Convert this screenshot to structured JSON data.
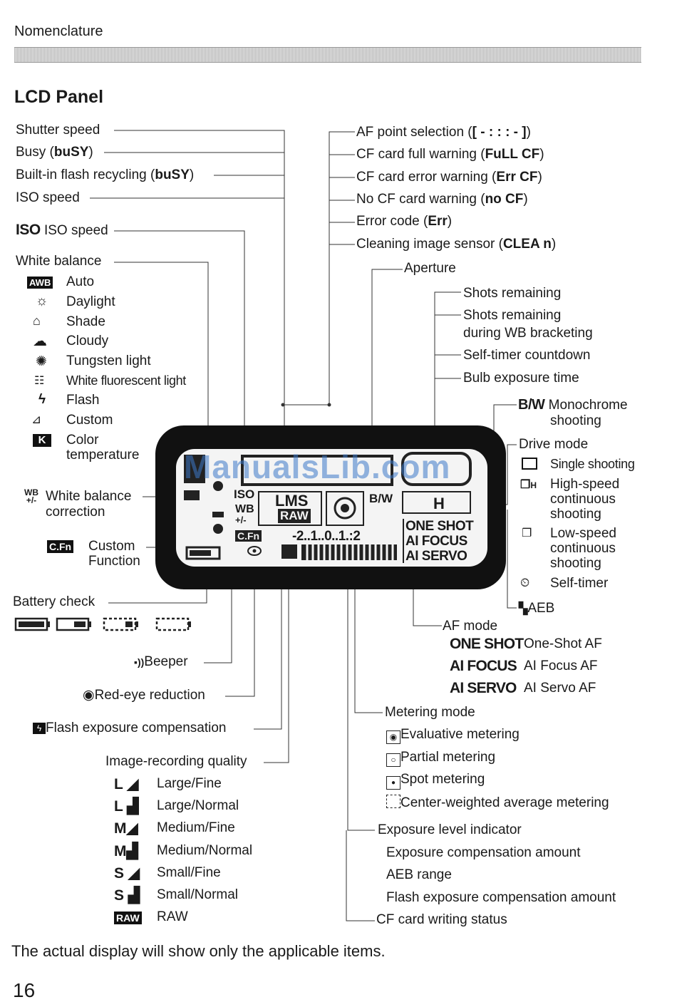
{
  "header": "Nomenclature",
  "title": "LCD Panel",
  "left_labels": {
    "shutter_speed": "Shutter speed",
    "busy_prefix": "Busy (",
    "busy_code": "buSY",
    "busy_suffix": ")",
    "flash_prefix": "Built-in flash recycling (",
    "flash_code": "buSY",
    "flash_suffix": ")",
    "iso_speed": "ISO speed",
    "iso_symbol": "ISO",
    "iso_speed2": "ISO speed"
  },
  "white_balance": {
    "title": "White balance",
    "items": [
      "Auto",
      "Daylight",
      "Shade",
      "Cloudy",
      "Tungsten light",
      "White fluorescent light",
      "Flash",
      "Custom"
    ],
    "color_line1": "Color",
    "color_line2": "temperature",
    "awb_symbol": "AWB"
  },
  "wb_correction": {
    "line1": "White balance",
    "line2": "correction",
    "symbol_top": "WB",
    "symbol_bottom": "+/-"
  },
  "custom_function": {
    "line1": "Custom",
    "line2": "Function",
    "symbol": "C.Fn"
  },
  "battery_check": "Battery check",
  "beeper": "Beeper",
  "red_eye": "Red-eye reduction",
  "flash_comp": "Flash exposure compensation",
  "image_quality": {
    "title": "Image-recording quality",
    "items": [
      {
        "sym": "L",
        "label": "Large/Fine"
      },
      {
        "sym": "L",
        "label": "Large/Normal"
      },
      {
        "sym": "M",
        "label": "Medium/Fine"
      },
      {
        "sym": "M",
        "label": "Medium/Normal"
      },
      {
        "sym": "S",
        "label": "Small/Fine"
      },
      {
        "sym": "S",
        "label": "Small/Normal"
      },
      {
        "sym": "RAW",
        "label": "RAW"
      }
    ]
  },
  "right_top": {
    "af_point_prefix": "AF point selection (",
    "af_point_code": "[ - : : : - ]",
    "af_point_suffix": ")",
    "cf_full_prefix": "CF card full warning (",
    "cf_full_code": "FuLL CF",
    "cf_err_prefix": "CF card error warning (",
    "cf_err_code": "Err CF",
    "no_cf_prefix": "No CF card warning (",
    "no_cf_code": "no CF",
    "err_prefix": "Error code (",
    "err_code": "Err",
    "clean_prefix": "Cleaning image sensor (",
    "clean_code": "CLEA n",
    "suffix": ")"
  },
  "aperture": "Aperture",
  "shots": {
    "remaining": "Shots remaining",
    "wb_line1": "Shots remaining",
    "wb_line2": "during WB bracketing",
    "self_timer": "Self-timer countdown",
    "bulb": "Bulb exposure time"
  },
  "monochrome": {
    "symbol": "B/W",
    "line1": "Monochrome",
    "line2": "shooting"
  },
  "drive_mode": {
    "title": "Drive mode",
    "single": "Single shooting",
    "high_line1": "High-speed",
    "high_line2": "continuous",
    "high_line3": "shooting",
    "low_line1": "Low-speed",
    "low_line2": "continuous",
    "low_line3": "shooting",
    "self_timer": "Self-timer"
  },
  "aeb": "AEB",
  "af_mode": {
    "title": "AF mode",
    "items": [
      {
        "sym": "ONE SHOT",
        "label": "One-Shot AF"
      },
      {
        "sym": "AI FOCUS",
        "label": "AI Focus AF"
      },
      {
        "sym": "AI SERVO",
        "label": "AI Servo AF"
      }
    ]
  },
  "metering": {
    "title": "Metering mode",
    "items": [
      "Evaluative metering",
      "Partial metering",
      "Spot metering",
      "Center-weighted average metering"
    ]
  },
  "exposure": {
    "title": "Exposure level indicator",
    "items": [
      "Exposure compensation amount",
      "AEB range",
      "Flash exposure compensation amount"
    ]
  },
  "cf_writing": "CF card writing status",
  "lcd": {
    "iso": "ISO",
    "wb": "WB",
    "wb_pm": "+/-",
    "lms": "LMS",
    "raw": "RAW",
    "bw": "B/W",
    "cfn": "C.Fn",
    "scale": "-2..1..0..1.:2",
    "one_shot": "ONE SHOT",
    "ai_focus": "AI FOCUS",
    "ai_servo": "AI SERVO",
    "h": "H"
  },
  "watermark": "ManualsLib.com",
  "footer": "The actual display will show only the applicable items.",
  "page_number": "16"
}
